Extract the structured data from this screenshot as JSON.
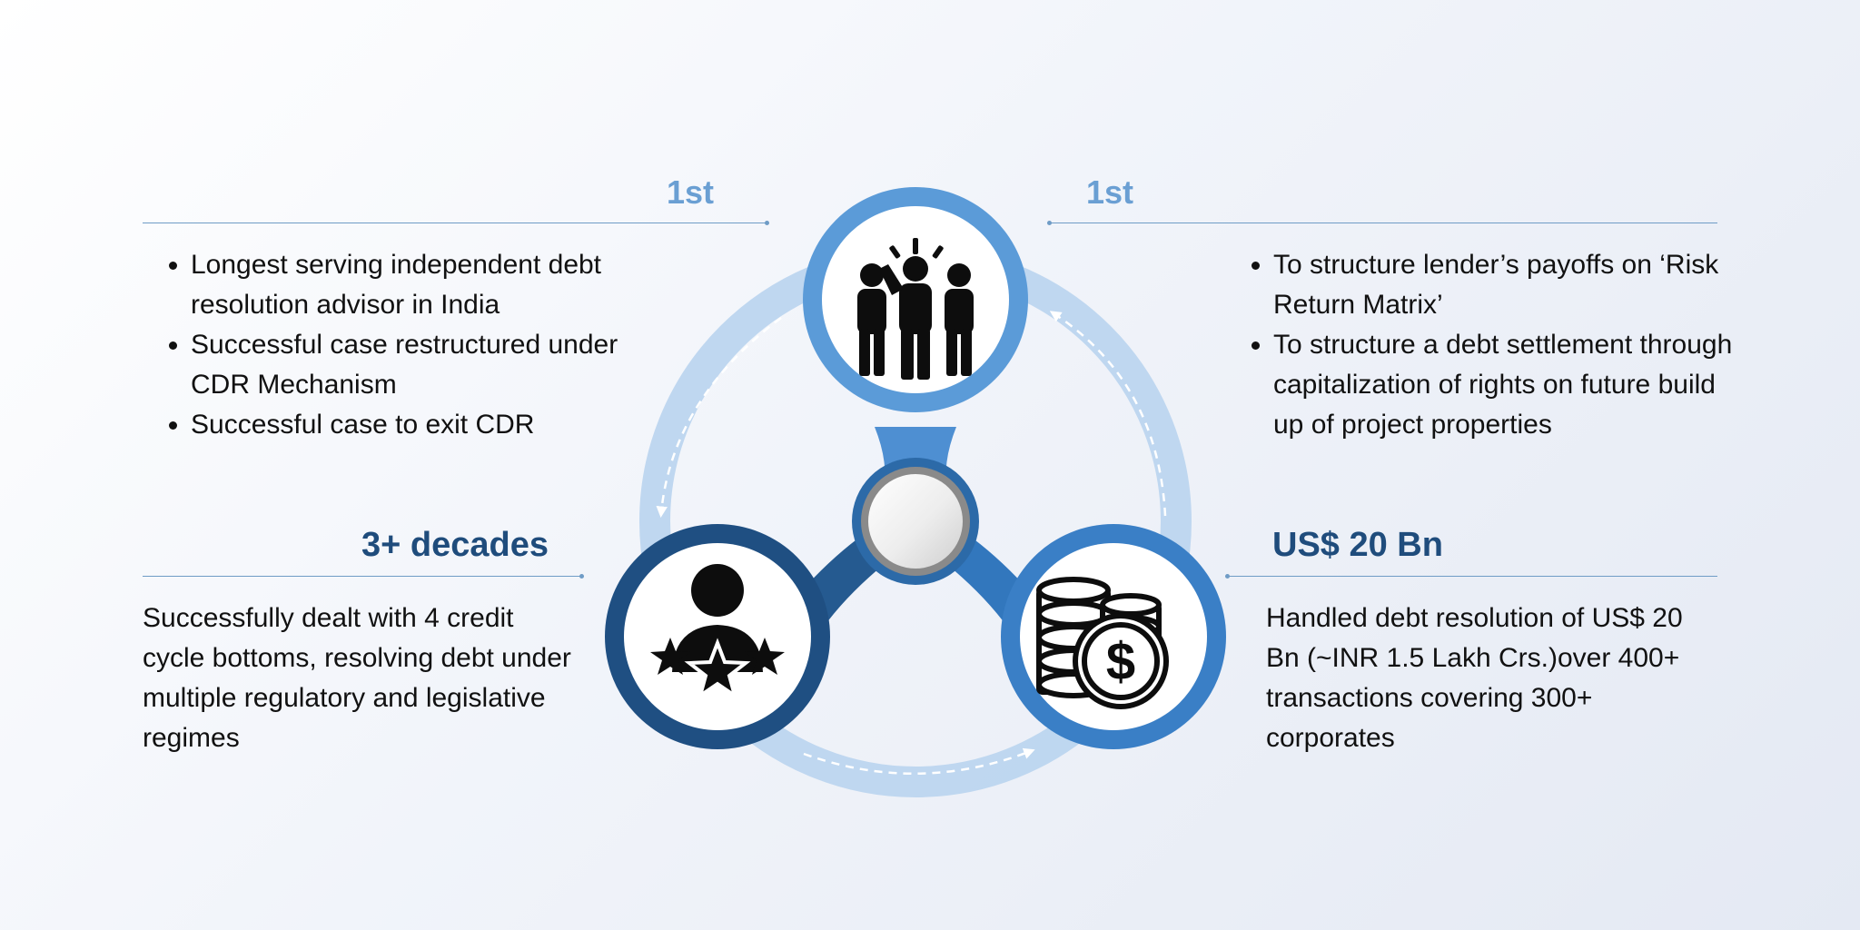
{
  "top_left": {
    "heading": "1st",
    "bullets": [
      "Longest serving independent debt resolution advisor in India",
      "Successful case restructured under CDR Mechanism",
      "Successful case to exit CDR"
    ]
  },
  "top_right": {
    "heading": "1st",
    "bullets": [
      "To structure lender’s payoffs on ‘Risk Return Matrix’",
      "To structure a debt settlement through capitalization of rights on future build up of project properties"
    ]
  },
  "bottom_left": {
    "heading": "3+ decades",
    "text": "Successfully dealt with 4 credit cycle bottoms, resolving debt under multiple regulatory and legislative regimes"
  },
  "bottom_right": {
    "heading": "US$ 20 Bn",
    "text": "Handled debt resolution of US$ 20 Bn (~INR 1.5 Lakh Crs.)over 400+ transactions covering 300+ corporates"
  },
  "icons": [
    "team-people-icon",
    "person-stars-icon",
    "coins-dollar-icon"
  ],
  "colors": {
    "light_blue": "#6a9fd3",
    "mid_blue": "#3c7fc4",
    "dark_navy": "#1f4c7c",
    "ring_blue": "#b6d3ee"
  }
}
